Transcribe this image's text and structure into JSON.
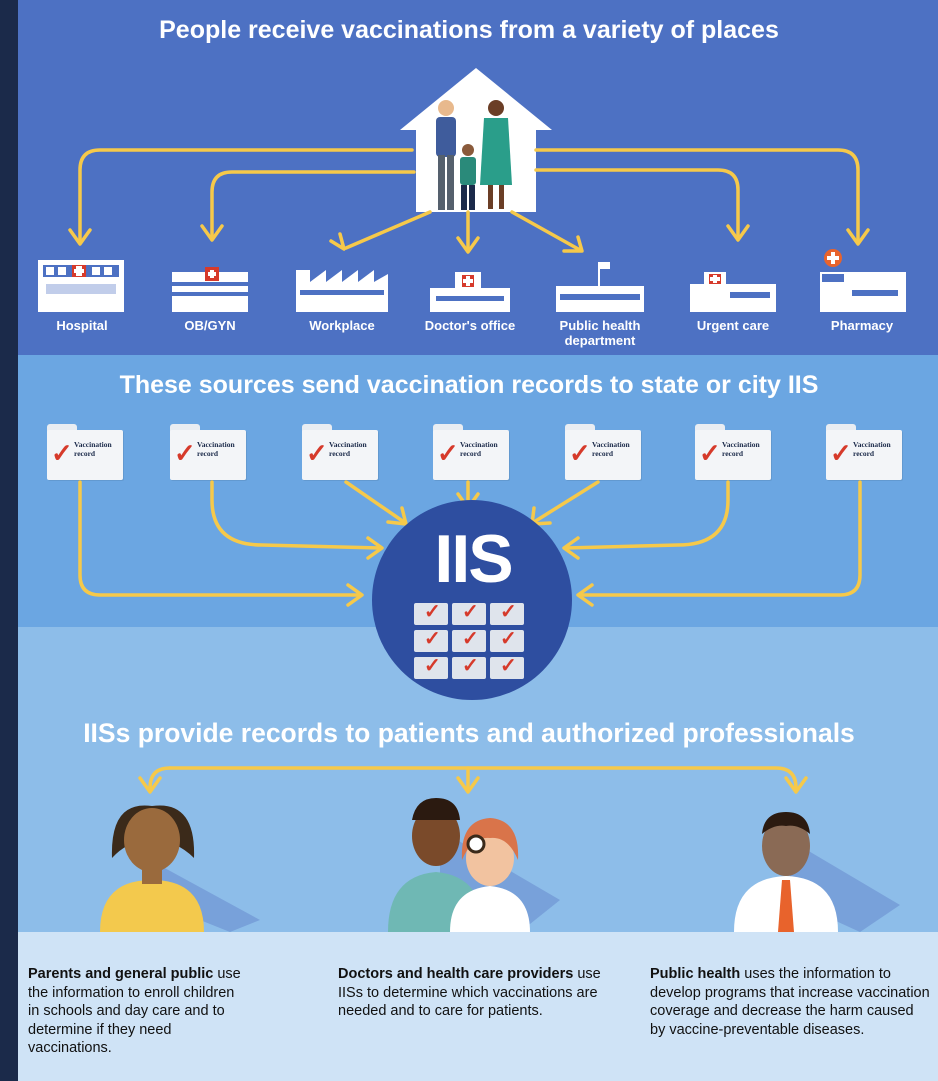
{
  "headings": {
    "h1": "People receive vaccinations from a variety of places",
    "h2": "These sources send vaccination records to state or city IIS",
    "h3": "IISs provide records to patients and authorized professionals"
  },
  "locations": [
    {
      "label": "Hospital"
    },
    {
      "label": "OB/GYN"
    },
    {
      "label": "Workplace"
    },
    {
      "label": "Doctor's office"
    },
    {
      "label": "Public health department"
    },
    {
      "label": "Urgent care"
    },
    {
      "label": "Pharmacy"
    }
  ],
  "record_label": "Vaccination record",
  "iis_label": "IIS",
  "audiences": [
    {
      "bold": "Parents and general public",
      "text": " use the information to enroll children in schools and day care and to determine if they need vaccinations."
    },
    {
      "bold": "Doctors and health care providers",
      "text": " use IISs to determine which vaccinations are needed and to care for patients."
    },
    {
      "bold": "Public health",
      "text": " uses the information to develop programs that increase vaccination coverage and decrease the harm caused by vaccine-preventable diseases."
    }
  ],
  "colors": {
    "arrow": "#f6c94a",
    "check": "#d63a2b",
    "iis_circle": "#2e4ea0"
  }
}
